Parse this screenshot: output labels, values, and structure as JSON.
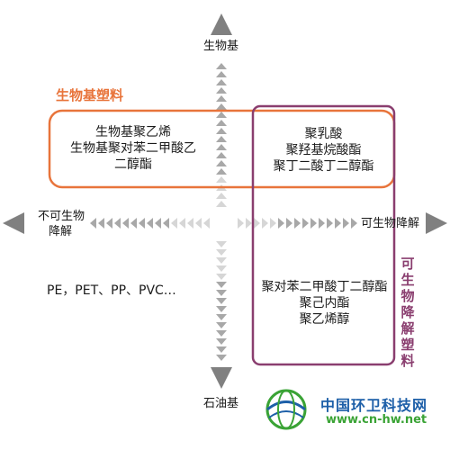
{
  "axes": {
    "top": "生物基",
    "bottom": "石油基",
    "left_line1": "不可生物",
    "left_line2": "降解",
    "right": "可生物降解"
  },
  "regions": {
    "biobased_label": "生物基塑料",
    "biodegradable_label": [
      "可",
      "生",
      "物",
      "降",
      "解",
      "塑",
      "料"
    ]
  },
  "quadrants": {
    "top_left": [
      "生物基聚乙烯",
      "生物基聚对苯二甲酸乙",
      "二醇酯"
    ],
    "top_right": [
      "聚乳酸",
      "聚羟基烷酸酯",
      "聚丁二酸丁二醇酯"
    ],
    "bottom_left": [
      "PE，PET、PP、PVC…"
    ],
    "bottom_right": [
      "聚对苯二甲酸丁二醇酯",
      "聚己内酯",
      "聚乙烯醇"
    ]
  },
  "colors": {
    "biobased": "#e8743b",
    "biodegradable": "#8a3e6f",
    "axis": "#808080",
    "axis_light": "#c9c9c9"
  },
  "watermark": {
    "title": "中国环卫科技网",
    "url": "www.cn-hw.net"
  }
}
